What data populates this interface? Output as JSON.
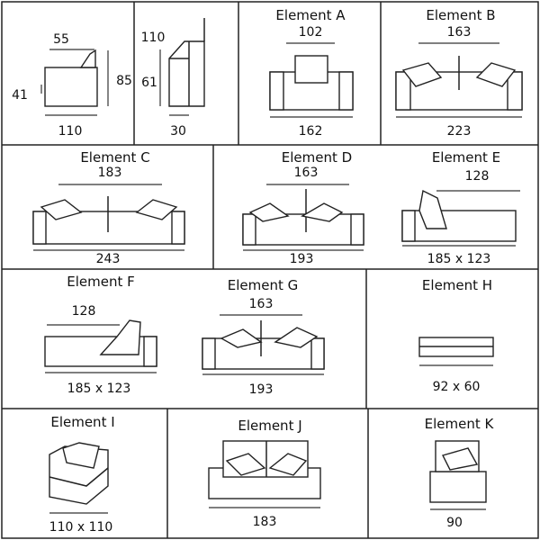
{
  "side_view": {
    "dims": [
      "55",
      "41",
      "85",
      "110"
    ]
  },
  "arm_view": {
    "dims": [
      "110",
      "61",
      "30"
    ]
  },
  "elements": {
    "A": {
      "title": "Element A",
      "top": "102",
      "bottom": "162"
    },
    "B": {
      "title": "Element B",
      "top": "163",
      "bottom": "223"
    },
    "C": {
      "title": "Element C",
      "top": "183",
      "bottom": "243"
    },
    "D": {
      "title": "Element D",
      "top": "163",
      "bottom": "193"
    },
    "E": {
      "title": "Element E",
      "top": "128",
      "bottom": "185 x 123"
    },
    "F": {
      "title": "Element F",
      "top": "128",
      "bottom": "185 x 123"
    },
    "G": {
      "title": "Element G",
      "top": "163",
      "bottom": "193"
    },
    "H": {
      "title": "Element H",
      "bottom": "92 x 60"
    },
    "I": {
      "title": "Element I",
      "bottom": "110  x 110"
    },
    "J": {
      "title": "Element  J",
      "bottom": "183"
    },
    "K": {
      "title": "Element K",
      "bottom": "90"
    }
  }
}
